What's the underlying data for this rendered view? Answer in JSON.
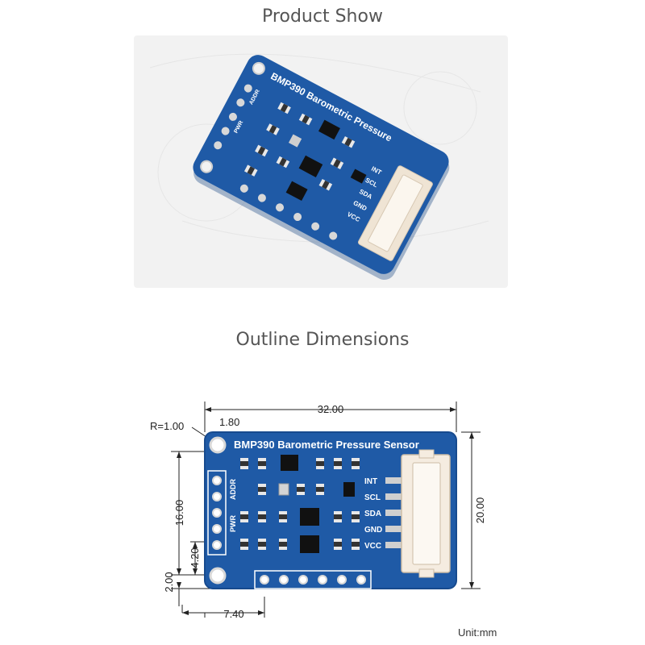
{
  "product_show": {
    "title": "Product Show",
    "board_text": "BMP390 Barometric Pressure",
    "pwr_label": "PWR",
    "addr_label": "ADDR",
    "pins": [
      "INT",
      "SCL",
      "SDA",
      "GND",
      "VCC"
    ]
  },
  "outline": {
    "title": "Outline Dimensions",
    "board_title": "BMP390 Barometric Pressure Sensor",
    "side_labels": [
      "ADDR",
      "PWR"
    ],
    "pins": [
      "INT",
      "SCL",
      "SDA",
      "GND",
      "VCC"
    ],
    "dimensions": {
      "width": "32.00",
      "height": "20.00",
      "corner_radius": "R=1.00",
      "hole_offset": "1.80",
      "hole_span_vertical": "16.00",
      "inner_vertical": "4.20",
      "bottom_offset": "2.00",
      "header_offset": "7.40"
    },
    "unit": "Unit:mm",
    "colors": {
      "pcb": "#1f5aa6",
      "pcb_edge": "#174a8e",
      "connector": "#f5ece0",
      "pad": "#d8d8d8"
    }
  }
}
